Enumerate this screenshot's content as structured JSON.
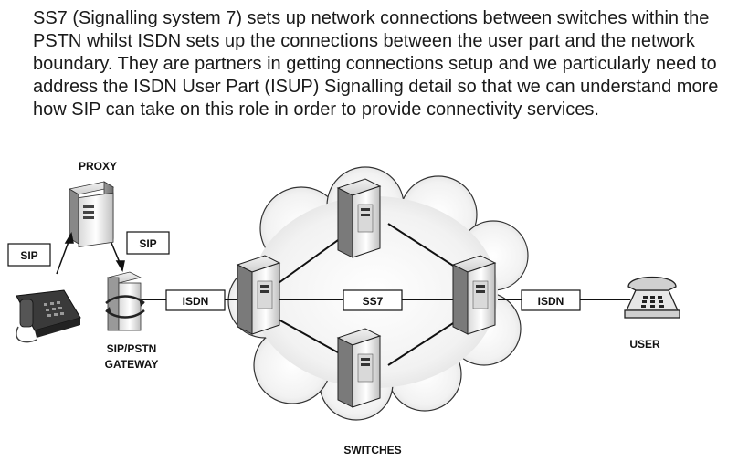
{
  "paragraph": "SS7 (Signalling system 7) sets up network connections between switches within the PSTN whilst ISDN sets up the connections between the user part and the network boundary.  They are partners in getting connections setup and we particularly need to address the ISDN User Part (ISUP) Signalling detail so that we can understand more how SIP can take on this role in order to provide connectivity services.",
  "diagram": {
    "proxy_label": "PROXY",
    "sip_left": "SIP",
    "sip_right": "SIP",
    "gateway_label_line1": "SIP/PSTN",
    "gateway_label_line2": "GATEWAY",
    "isdn_left": "ISDN",
    "ss7": "SS7",
    "isdn_right": "ISDN",
    "user_label": "USER",
    "switches_label": "SWITCHES"
  }
}
